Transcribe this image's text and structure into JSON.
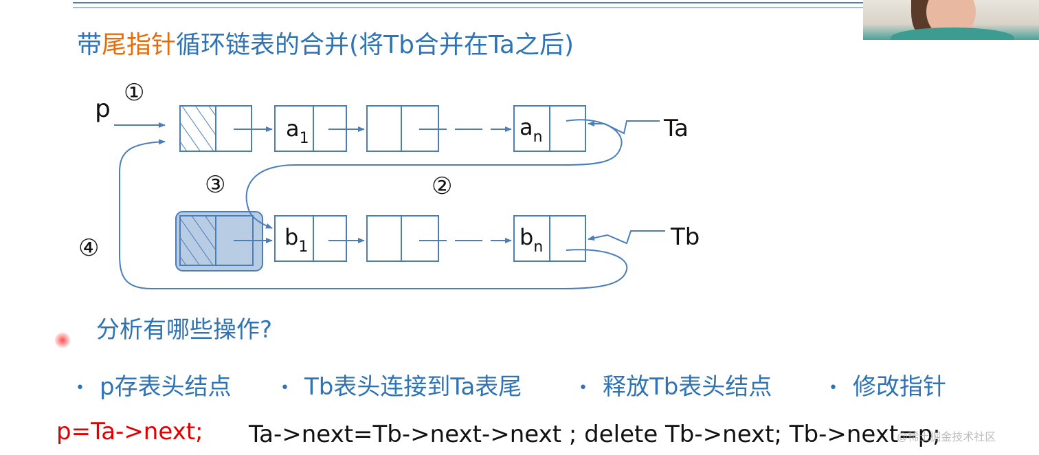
{
  "title": {
    "prefix": "带",
    "highlight": "尾指针",
    "suffix": "循环链表的合并(将Tb合并在Ta之后)"
  },
  "diagram": {
    "pointer_p": "p",
    "step_labels": [
      "①",
      "②",
      "③",
      "④"
    ],
    "ta_label": "Ta",
    "tb_label": "Tb",
    "ta_nodes": [
      {
        "base": "",
        "sub": ""
      },
      {
        "base": "a",
        "sub": "1"
      },
      {
        "base": "",
        "sub": ""
      },
      {
        "base": "a",
        "sub": "n"
      }
    ],
    "tb_nodes": [
      {
        "base": "",
        "sub": ""
      },
      {
        "base": "b",
        "sub": "1"
      },
      {
        "base": "",
        "sub": ""
      },
      {
        "base": "b",
        "sub": "n"
      }
    ]
  },
  "question": "分析有哪些操作?",
  "bullets": [
    "p存表头结点",
    "Tb表头连接到Ta表尾",
    "释放Tb表头结点",
    "修改指针"
  ],
  "code": {
    "red": "p=Ta->next;",
    "black": "Ta->next=Tb->next->next ; delete Tb->next; Tb->next=p;"
  },
  "watermark": "@稀土掘金技术社区",
  "colors": {
    "title_blue": "#2e74b5",
    "highlight_orange": "#e46c0a",
    "node_stroke": "#4a7ebb",
    "deleted_node_fill": "#b8cce4",
    "code_red": "#e00000"
  }
}
